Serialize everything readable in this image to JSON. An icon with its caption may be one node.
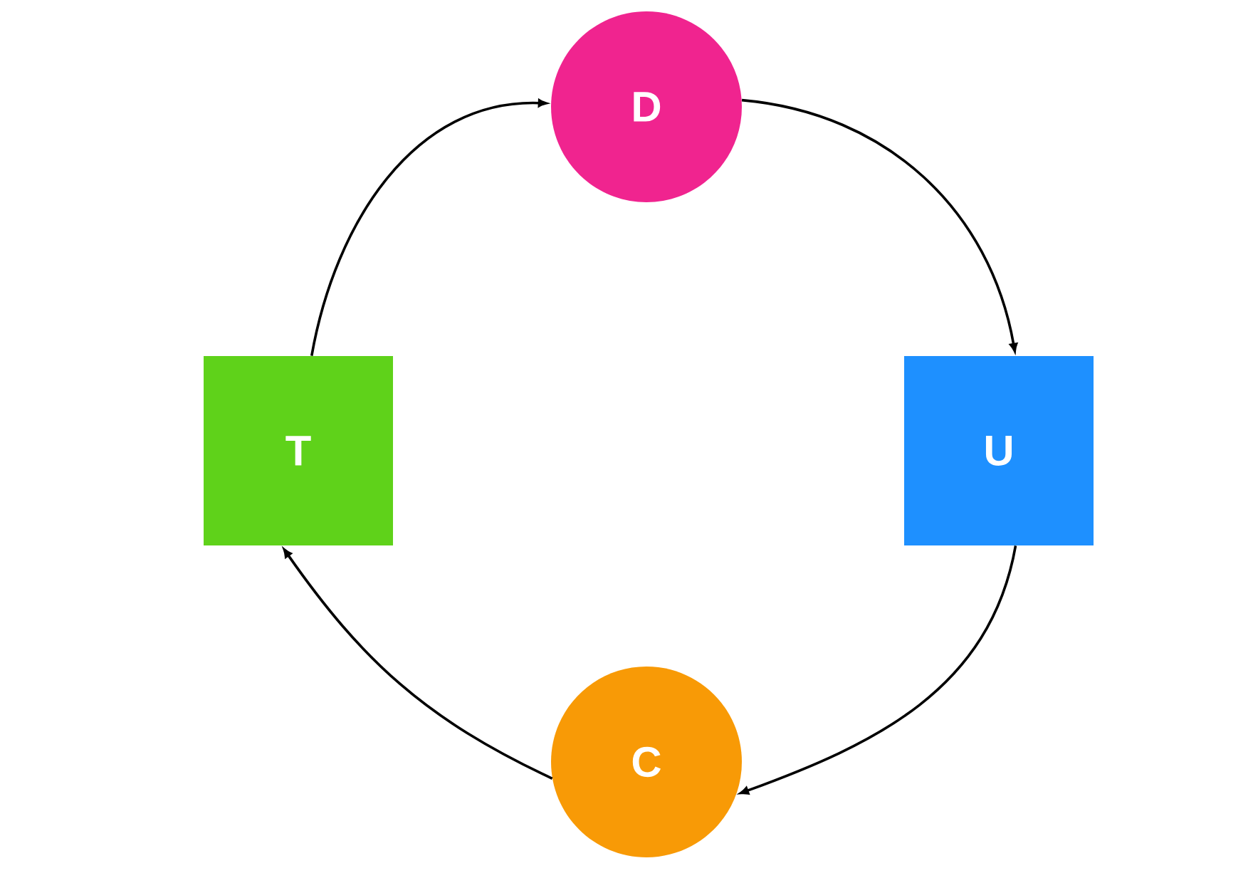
{
  "diagram": {
    "nodes": [
      {
        "text": [
          "D"
        ]
      },
      {
        "text": [
          "T"
        ]
      },
      {
        "text": [
          "U"
        ]
      },
      {
        "text": [
          "C"
        ]
      }
    ],
    "edges": [
      {
        "from": 1,
        "to": 0,
        "arrow": "to"
      },
      {
        "from": 0,
        "to": 2,
        "arrow": "to"
      },
      {
        "from": 2,
        "to": 3,
        "arrow": "to"
      },
      {
        "from": 3,
        "to": 1,
        "arrow": "to"
      }
    ]
  }
}
